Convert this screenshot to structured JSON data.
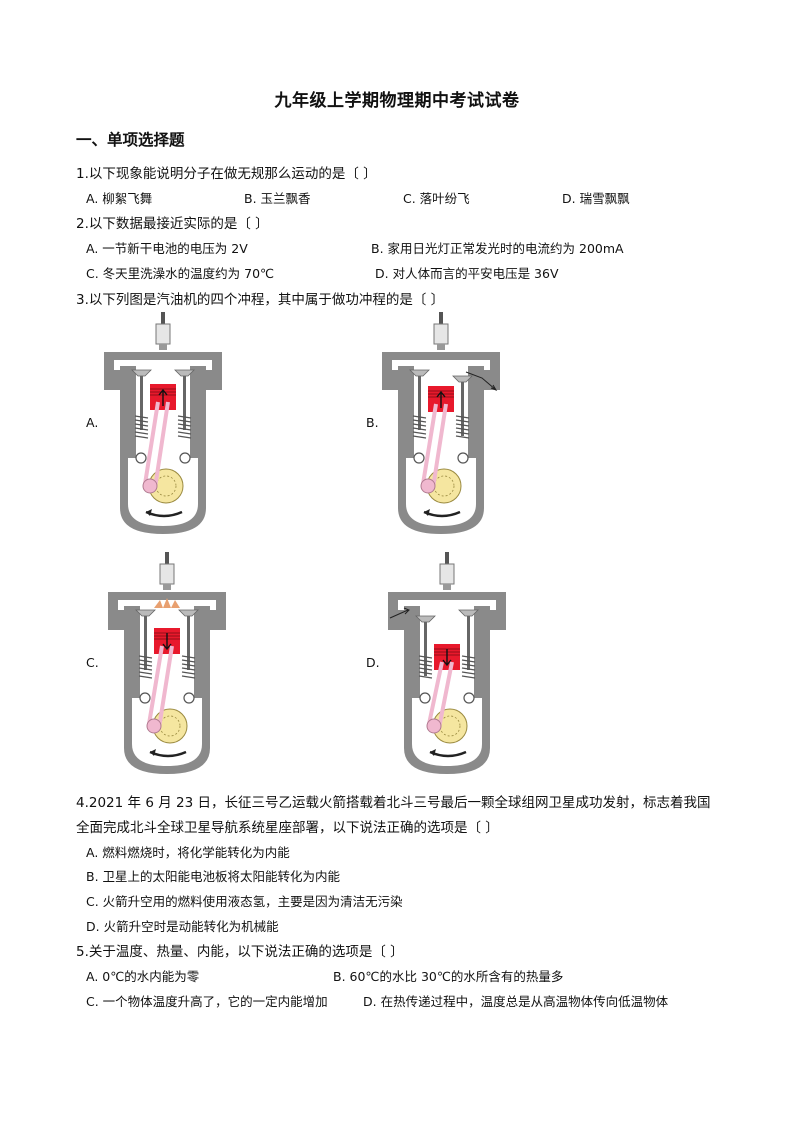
{
  "title": "九年级上学期物理期中考试试卷",
  "section": "一、单项选择题",
  "q1": {
    "stem": "1.以下现象能说明分子在做无规那么运动的是〔    〕",
    "options": [
      "A. 柳絮飞舞",
      "B. 玉兰飘香",
      "C. 落叶纷飞",
      "D. 瑞雪飘飘"
    ]
  },
  "q2": {
    "stem": "2.以下数据最接近实际的是〔    〕",
    "options": [
      "A. 一节新干电池的电压为 2V",
      "B. 家用日光灯正常发光时的电流约为 200mA",
      "C. 冬天里洗澡水的温度约为 70℃",
      "D. 对人体而言的平安电压是 36V"
    ]
  },
  "q3": {
    "stem": "3.以下列图是汽油机的四个冲程，其中属于做功冲程的是〔    〕",
    "labels": [
      "A.",
      "B.",
      "C.",
      "D."
    ]
  },
  "q4": {
    "stem_line1": "4.2021 年 6 月 23 日，长征三号乙运载火箭搭载着北斗三号最后一颗全球组网卫星成功发射，标志着我国",
    "stem_line2": "全面完成北斗全球卫星导航系统星座部署，以下说法正确的选项是〔    〕",
    "options": [
      "A. 燃料燃烧时，将化学能转化为内能",
      "B. 卫星上的太阳能电池板将太阳能转化为内能",
      "C. 火箭升空用的燃料使用液态氢，主要是因为清洁无污染",
      "D. 火箭升空时是动能转化为机械能"
    ]
  },
  "q5": {
    "stem": "5.关于温度、热量、内能，以下说法正确的选项是〔    〕",
    "options": [
      "A. 0℃的水内能为零",
      "B. 60℃的水比 30℃的水所含有的热量多",
      "C. 一个物体温度升高了，它的一定内能增加",
      "D. 在热传递过程中，温度总是从高温物体传向低温物体"
    ]
  },
  "colors": {
    "cylinder": "#8a8a8a",
    "chamber": "#ffffff",
    "piston": "#e8192c",
    "rod": "#f0b8cf",
    "crank": "#f5e6a0",
    "spark": "#e8a070"
  }
}
